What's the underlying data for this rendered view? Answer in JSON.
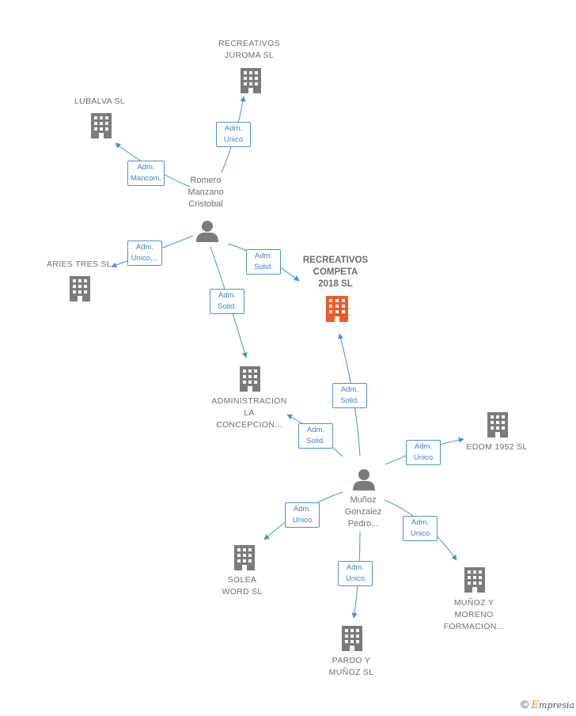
{
  "colors": {
    "edge": "#4a90d9",
    "building": "#7b7b7b",
    "focus_building": "#f05a28",
    "person": "#7b7b7b"
  },
  "nodes": {
    "recreativos_juroma": {
      "label": "RECREATIVOS\nJUROMA  SL",
      "icon": "building-icon"
    },
    "lubalva": {
      "label": "LUBALVA  SL",
      "icon": "building-icon"
    },
    "aries_tres": {
      "label": "ARIES TRES SL",
      "icon": "building-icon"
    },
    "recreativos_competa": {
      "label": "RECREATIVOS\nCOMPETA\n2018  SL",
      "icon": "building-icon"
    },
    "administracion": {
      "label": "ADMINISTRACION\nLA\nCONCEPCION...",
      "icon": "building-icon"
    },
    "edom": {
      "label": "EDOM 1952  SL",
      "icon": "building-icon"
    },
    "solea": {
      "label": "SOLEA\nWORD SL",
      "icon": "building-icon"
    },
    "pardo": {
      "label": "PARDO Y\nMUÑOZ  SL",
      "icon": "building-icon"
    },
    "munoz_moreno": {
      "label": "MUÑOZ Y\nMORENO\nFORMACION...",
      "icon": "building-icon"
    },
    "romero": {
      "label": "Romero\nManzano\nCristobal",
      "icon": "person-icon"
    },
    "munoz_gonzalez": {
      "label": "Muñoz\nGonzalez\nPedro...",
      "icon": "person-icon"
    }
  },
  "edges": {
    "romero_juroma": "Adm.\nUnico",
    "romero_lubalva": "Adm.\nMancom.",
    "romero_aries": "Adm.\nUnico,...",
    "romero_competa": "Adm.\nSolid.",
    "romero_administracion": "Adm.\nSolid.",
    "munoz_competa": "Adm.\nSolid.",
    "munoz_administracion": "Adm.\nSolid.",
    "munoz_edom": "Adm.\nUnico",
    "munoz_solea": "Adm.\nUnico",
    "munoz_pardo": "Adm.\nUnico",
    "munoz_moreno": "Adm.\nUnico"
  },
  "credit": {
    "copyright": "©",
    "brand_first": "E",
    "brand_rest": "mpresia"
  }
}
